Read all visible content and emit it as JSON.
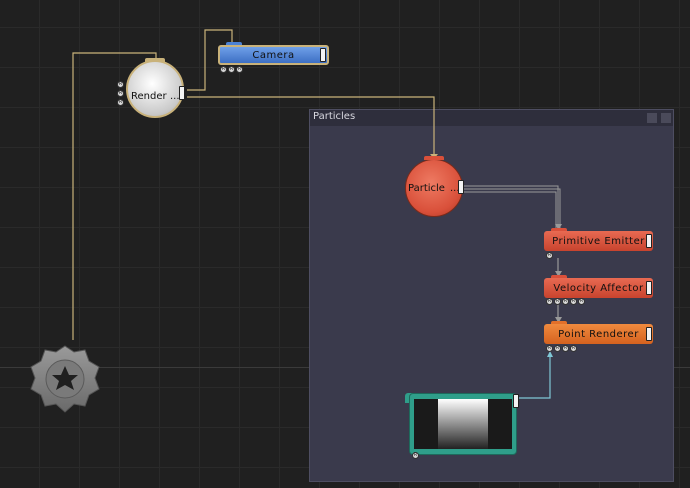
{
  "group": {
    "title": "Particles"
  },
  "nodes": {
    "render": {
      "label": "Render",
      "ellipsis": "...",
      "ports": [
        "R",
        "R",
        "R"
      ]
    },
    "camera": {
      "label": "Camera",
      "ports": [
        "R",
        "R",
        "R"
      ]
    },
    "particle": {
      "label": "Particle",
      "ellipsis": "..."
    },
    "primitive_emitter": {
      "label": "Primitive  Emitter",
      "ports": [
        "R"
      ]
    },
    "velocity_affector": {
      "label": "Velocity  Affector",
      "ports": [
        "R",
        "R",
        "R",
        "R",
        "R"
      ]
    },
    "point_renderer": {
      "label": "Point  Renderer",
      "ports": [
        "R",
        "R",
        "R",
        "R"
      ]
    },
    "texture": {
      "ports": [
        "R"
      ]
    }
  },
  "colors": {
    "canvas": "#202020",
    "group_bg": "#3a3a4c",
    "wire_yellow": "#c9b27a",
    "wire_gray": "#9a9a9a",
    "wire_cyan": "#7fc7d6",
    "camera_blue": "#4b82d6",
    "particle_red": "#d9503a",
    "renderer_orange": "#e2702a",
    "texture_teal": "#2f9e8a"
  },
  "icons": {
    "root": "gear-icon"
  }
}
